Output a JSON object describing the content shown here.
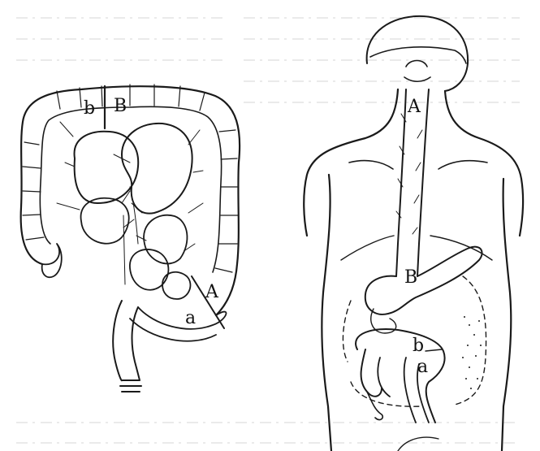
{
  "left_figure": {
    "labels": {
      "b": "b",
      "B": "B",
      "A": "A",
      "a": "a"
    }
  },
  "right_figure": {
    "labels": {
      "A": "A",
      "B": "B",
      "b": "b",
      "a": "a"
    }
  },
  "colors": {
    "ink": "#1a1a1a",
    "paper": "#ffffff",
    "bleed_through": "#d6d6d6"
  }
}
